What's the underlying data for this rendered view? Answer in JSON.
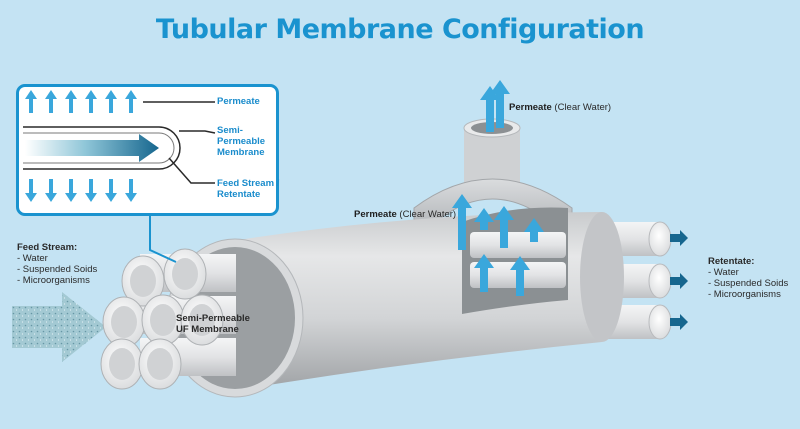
{
  "title": "Tubular Membrane Configuration",
  "legend": {
    "permeate": "Permeate",
    "membrane_line1": "Semi-",
    "membrane_line2": "Permeable",
    "membrane_line3": "Membrane",
    "feed_line1": "Feed Stream /",
    "feed_line2": "Retentate"
  },
  "permeate_top": {
    "bold": "Permeate",
    "rest": " (Clear Water)"
  },
  "permeate_mid": {
    "bold": "Permeate",
    "rest": " (Clear Water)"
  },
  "feed_stream": {
    "heading": "Feed Stream:",
    "items": [
      "- Water",
      "- Suspended Soids",
      "- Microorganisms"
    ]
  },
  "retentate": {
    "heading": "Retentate:",
    "items": [
      "- Water",
      "- Suspended Soids",
      "- Microorganisms"
    ]
  },
  "membrane_label": {
    "line1": "Semi-Permeable",
    "line2": "UF Membrane"
  },
  "colors": {
    "background": "#c4e3f3",
    "accent_blue": "#1a93cf",
    "arrow_blue": "#3aa7dc",
    "arrow_dark": "#16668e",
    "tube_grey": "#d4d6d8"
  }
}
